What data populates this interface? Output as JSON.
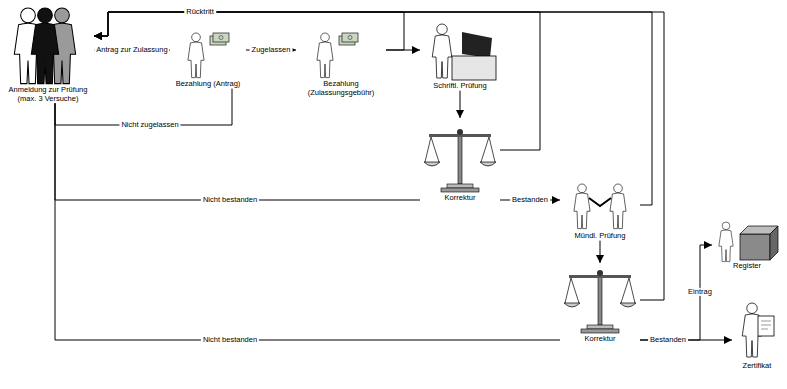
{
  "diagram": {
    "nodes": [
      {
        "text": [
          "Anmeldung zur Prüfung (max. 3 Versuche)"
        ]
      },
      {
        "text": [
          "Bezahlung (Antrag)"
        ]
      },
      {
        "text": [
          "Bezahlung (Zulassungsgebühr)"
        ]
      },
      {
        "text": [
          "Schriftl. Prüfung"
        ]
      },
      {
        "text": [
          "Korrektur"
        ]
      },
      {
        "text": [
          "Mündl. Prüfung"
        ]
      },
      {
        "text": [
          "Korrektur"
        ]
      },
      {
        "text": [
          "Register"
        ]
      },
      {
        "text": [
          "Zertifikat"
        ]
      }
    ],
    "edges": [
      {
        "from": 0,
        "to": 1,
        "label": "Antrag zur Zulassung",
        "arrow": "to"
      },
      {
        "from": 1,
        "to": 2,
        "label": "Zugelassen",
        "arrow": "to"
      },
      {
        "from": 1,
        "to": 0,
        "label": "Nicht zugelassen",
        "arrow": "none"
      },
      {
        "from": 2,
        "to": 3,
        "arrow": "to"
      },
      {
        "from": 2,
        "to": 0,
        "label": "Rücktritt",
        "arrow": "to"
      },
      {
        "from": 3,
        "to": 4,
        "arrow": "to"
      },
      {
        "from": 4,
        "to": 5,
        "label": "Bestanden",
        "arrow": "to"
      },
      {
        "from": 4,
        "to": 0,
        "label": "Nicht bestanden",
        "arrow": "none"
      },
      {
        "from": 4,
        "to": 0,
        "arrow": "to"
      },
      {
        "from": 5,
        "to": 6,
        "arrow": "to"
      },
      {
        "from": 5,
        "to": 0,
        "arrow": "to"
      },
      {
        "from": 6,
        "to": 0,
        "label": "Nicht bestanden",
        "arrow": "none"
      },
      {
        "from": 6,
        "to": 0,
        "arrow": "to"
      },
      {
        "from": 6,
        "to": 7,
        "label": "Eintrag",
        "arrow": "to"
      },
      {
        "from": 6,
        "to": 8,
        "label": "Bestanden",
        "arrow": "to"
      }
    ]
  }
}
